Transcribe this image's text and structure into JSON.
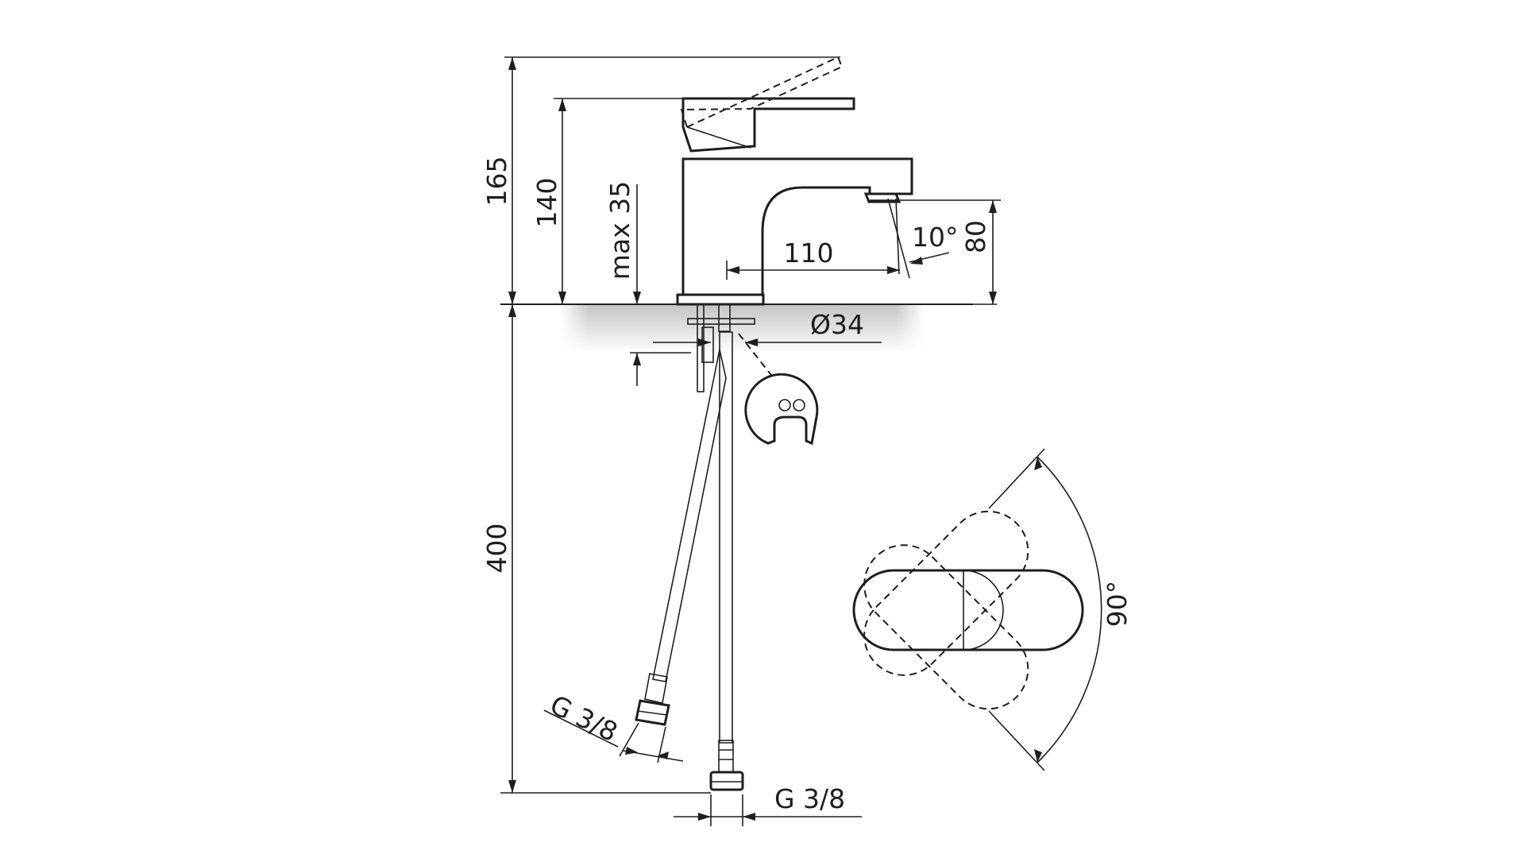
{
  "dimensions": {
    "total_height": "165",
    "lever_height": "140",
    "deck_thickness": "max 35",
    "spout_height": "80",
    "spout_reach": "110",
    "spout_angle": "10°",
    "mounting_hole": "Ø34",
    "hose_length": "400",
    "hose_thread_left": "G 3/8",
    "hose_thread_right": "G 3/8",
    "lever_rotation": "90°"
  },
  "colors": {
    "line": "#1e1e1e",
    "deck_shade": "#c9c9c9"
  }
}
